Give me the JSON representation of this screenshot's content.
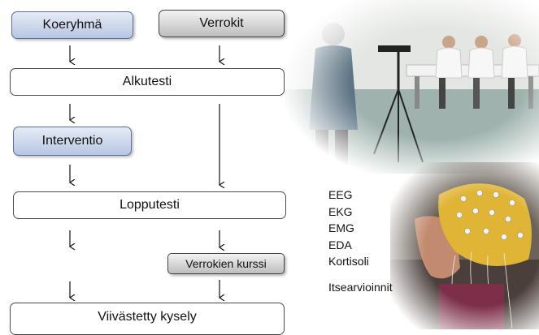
{
  "flow": {
    "koeryhma": "Koeryhmä",
    "verrokit": "Verrokit",
    "alkutesti": "Alkutesti",
    "interventio": "Interventio",
    "lopputesti": "Lopputesti",
    "verrokien_kurssi": "Verrokien kurssi",
    "viivastetty_kysely": "Viivästetty kysely"
  },
  "measures": [
    "EEG",
    "EKG",
    "EMG",
    "EDA",
    "Kortisoli"
  ],
  "self_evaluation": "Itsearvioinnit",
  "colors": {
    "blue_box": "#c4d2ea",
    "grey_box": "#d8d8d8",
    "arrow": "#111111"
  }
}
